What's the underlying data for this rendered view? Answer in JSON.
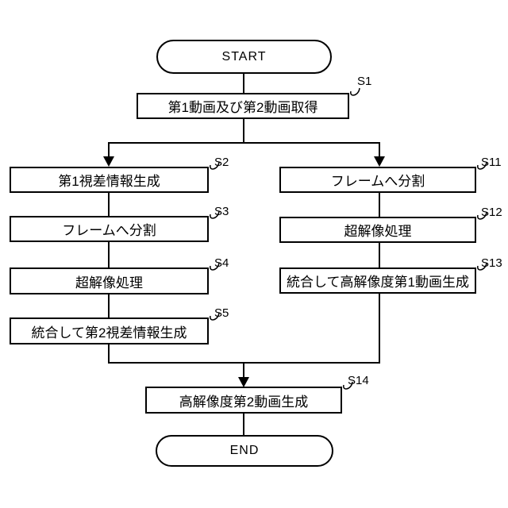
{
  "figure": {
    "type": "flowchart",
    "colors": {
      "line": "#000000",
      "background": "#ffffff",
      "text": "#000000"
    },
    "terminals": {
      "start": "START",
      "end": "END"
    },
    "steps": [
      {
        "id": "S1",
        "text": "第1動画及び第2動画取得"
      },
      {
        "id": "S2",
        "text": "第1視差情報生成"
      },
      {
        "id": "S3",
        "text": "フレームへ分割"
      },
      {
        "id": "S4",
        "text": "超解像処理"
      },
      {
        "id": "S5",
        "text": "統合して第2視差情報生成"
      },
      {
        "id": "S11",
        "text": "フレームへ分割"
      },
      {
        "id": "S12",
        "text": "超解像処理"
      },
      {
        "id": "S13",
        "text": "統合して高解像度第1動画生成"
      },
      {
        "id": "S14",
        "text": "高解像度第2動画生成"
      }
    ],
    "flow_edges": [
      "START->S1",
      "S1->S2",
      "S1->S11",
      "S2->S3",
      "S3->S4",
      "S4->S5",
      "S11->S12",
      "S12->S13",
      "S5->S14",
      "S13->S14",
      "S14->END"
    ]
  }
}
